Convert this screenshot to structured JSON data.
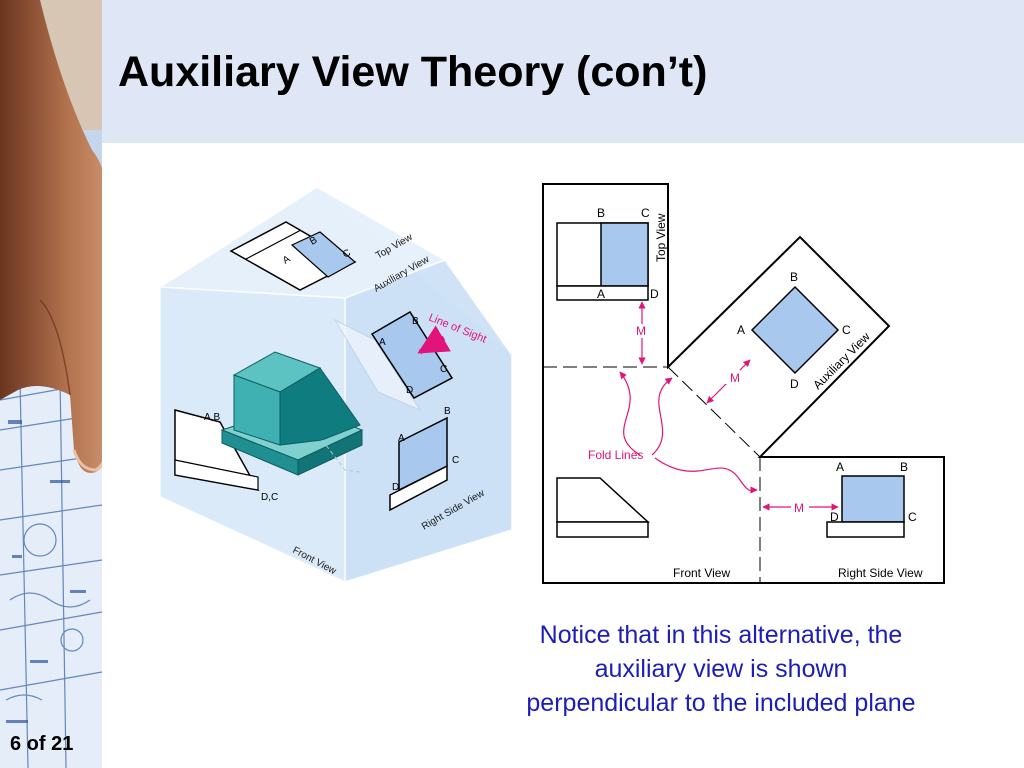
{
  "title": "Auxiliary View Theory (con’t)",
  "note_lines": [
    "Notice that in this alternative, the",
    "auxiliary view is shown",
    "perpendicular to the included plane"
  ],
  "page_number": "6 of 21",
  "glass_box": {
    "top_view_label": "Top View",
    "auxiliary_view_label": "Auxiliary View",
    "line_of_sight_label": "Line of Sight",
    "right_side_view_label": "Right Side View",
    "front_view_label": "Front View",
    "top_a": "A",
    "top_b": "B",
    "top_c": "C",
    "aux_a": "A",
    "aux_b": "B",
    "aux_c": "C",
    "aux_d": "D",
    "front_ab": "A,B",
    "front_dc": "D,C",
    "rs_a": "A",
    "rs_b": "B",
    "rs_c": "C",
    "rs_d": "D"
  },
  "orthographic": {
    "top_view_label": "Top View",
    "auxiliary_view_label": "Auxiliary View",
    "front_view_label": "Front View",
    "right_side_view_label": "Right Side View",
    "fold_lines_label": "Fold Lines",
    "m_label": "M",
    "top_b": "B",
    "top_c": "C",
    "top_a": "A",
    "top_d": "D",
    "aux_b": "B",
    "aux_a": "A",
    "aux_c": "C",
    "aux_d": "D",
    "rs_a": "A",
    "rs_b": "B",
    "rs_d": "D",
    "rs_c": "C"
  },
  "colors": {
    "title_band": "#dfe6f5",
    "note_text": "#1d1db8",
    "face_fill": "#a9c8ee",
    "glass": "#cfe2f6",
    "object_teal": "#2aa3a6",
    "magenta": "#e0147a"
  }
}
